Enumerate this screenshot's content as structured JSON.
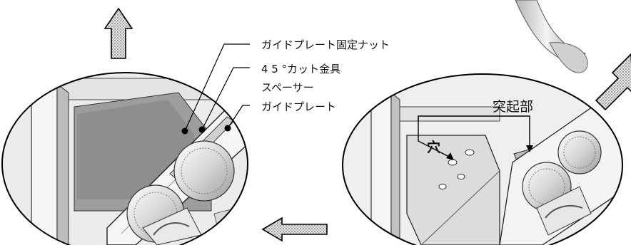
{
  "callouts": {
    "guide_plate_nut": "ガイドプレート固定ナット",
    "bracket_45": "4 5 °カット金具",
    "spacer": "スペーサー",
    "guide_plate": "ガイドプレート"
  },
  "right_detail": {
    "protrusion": "突起部",
    "hole": "穴"
  },
  "colors": {
    "arrow_fill": "#d9d9d9",
    "arrow_dots": "#7a7a7a",
    "line": "#000000",
    "metal_light": "#f1f1f1",
    "metal_mid": "#c9c9c9",
    "metal_dark": "#8c8c8c"
  }
}
